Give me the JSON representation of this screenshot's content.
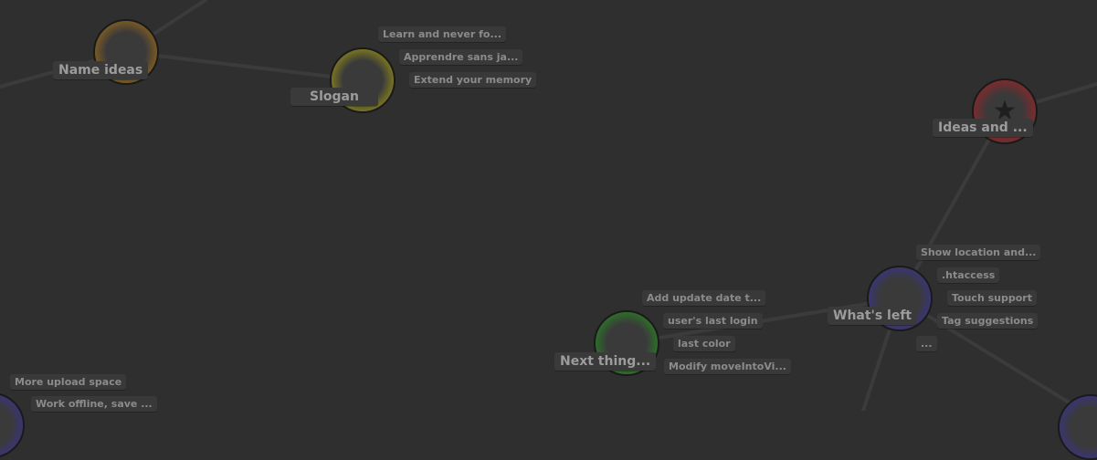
{
  "mindmap": {
    "background": "#2f2f2f",
    "edge_color": "#3b3b3b",
    "nodes": [
      {
        "id": "name-ideas",
        "label": "Name ideas",
        "color": "#c98a1c",
        "star": false
      },
      {
        "id": "slogan",
        "label": "Slogan",
        "color": "#c9c21c",
        "star": false
      },
      {
        "id": "ideas-and",
        "label": "Ideas and ...",
        "color": "#c9282e",
        "star": true,
        "star_char": "★"
      },
      {
        "id": "whats-left",
        "label": "What's left",
        "color": "#4a3fb8",
        "star": false
      },
      {
        "id": "next-thing",
        "label": "Next thing...",
        "color": "#2fae24",
        "star": false
      },
      {
        "id": "partial-bottom-left",
        "label": "",
        "color": "#4a3fb8",
        "star": false
      },
      {
        "id": "partial-bottom-right",
        "label": "",
        "color": "#4a3fb8",
        "star": false
      }
    ],
    "children": {
      "slogan": [
        "Learn and never fo...",
        "Apprendre sans ja...",
        "Extend your memory"
      ],
      "whats_left": [
        "Show location and...",
        ".htaccess",
        "Touch support",
        "Tag suggestions",
        "..."
      ],
      "next_thing": [
        "Add update date t...",
        "user's last login",
        "last color",
        "Modify moveIntoVi..."
      ],
      "bottom_left": [
        "More upload space",
        "Work offline, save ..."
      ]
    }
  }
}
